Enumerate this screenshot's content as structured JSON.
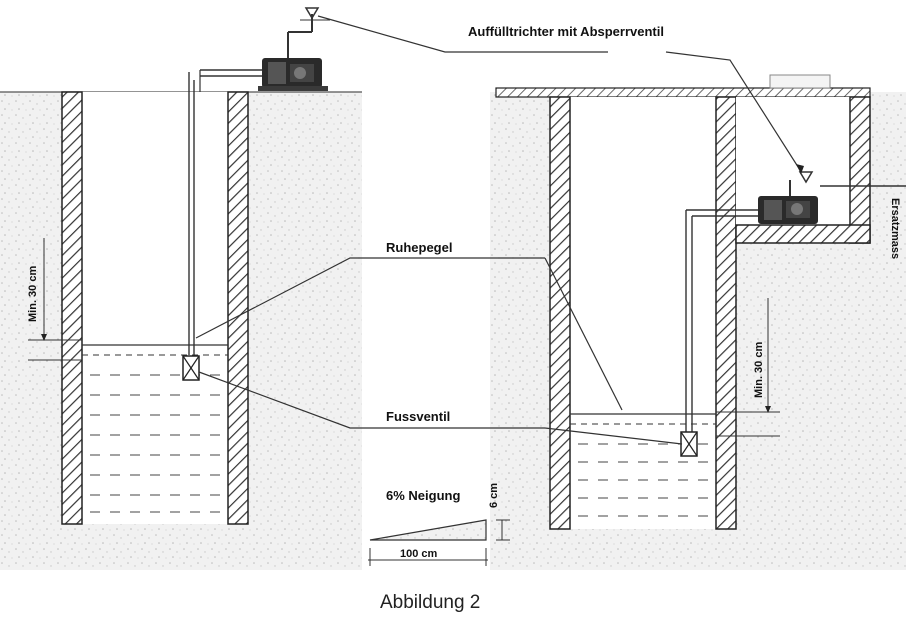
{
  "labels": {
    "funnel": "Auffülltrichter mit Absperrventil",
    "rest_level": "Ruhepegel",
    "foot_valve": "Fussventil",
    "slope": "6% Neigung",
    "slope_rise": "6 cm",
    "slope_run": "100 cm",
    "min_left": "Min. 30 cm",
    "min_right": "Min. 30 cm",
    "edge_cut": "Ersatzmass"
  },
  "caption": "Abbildung 2"
}
